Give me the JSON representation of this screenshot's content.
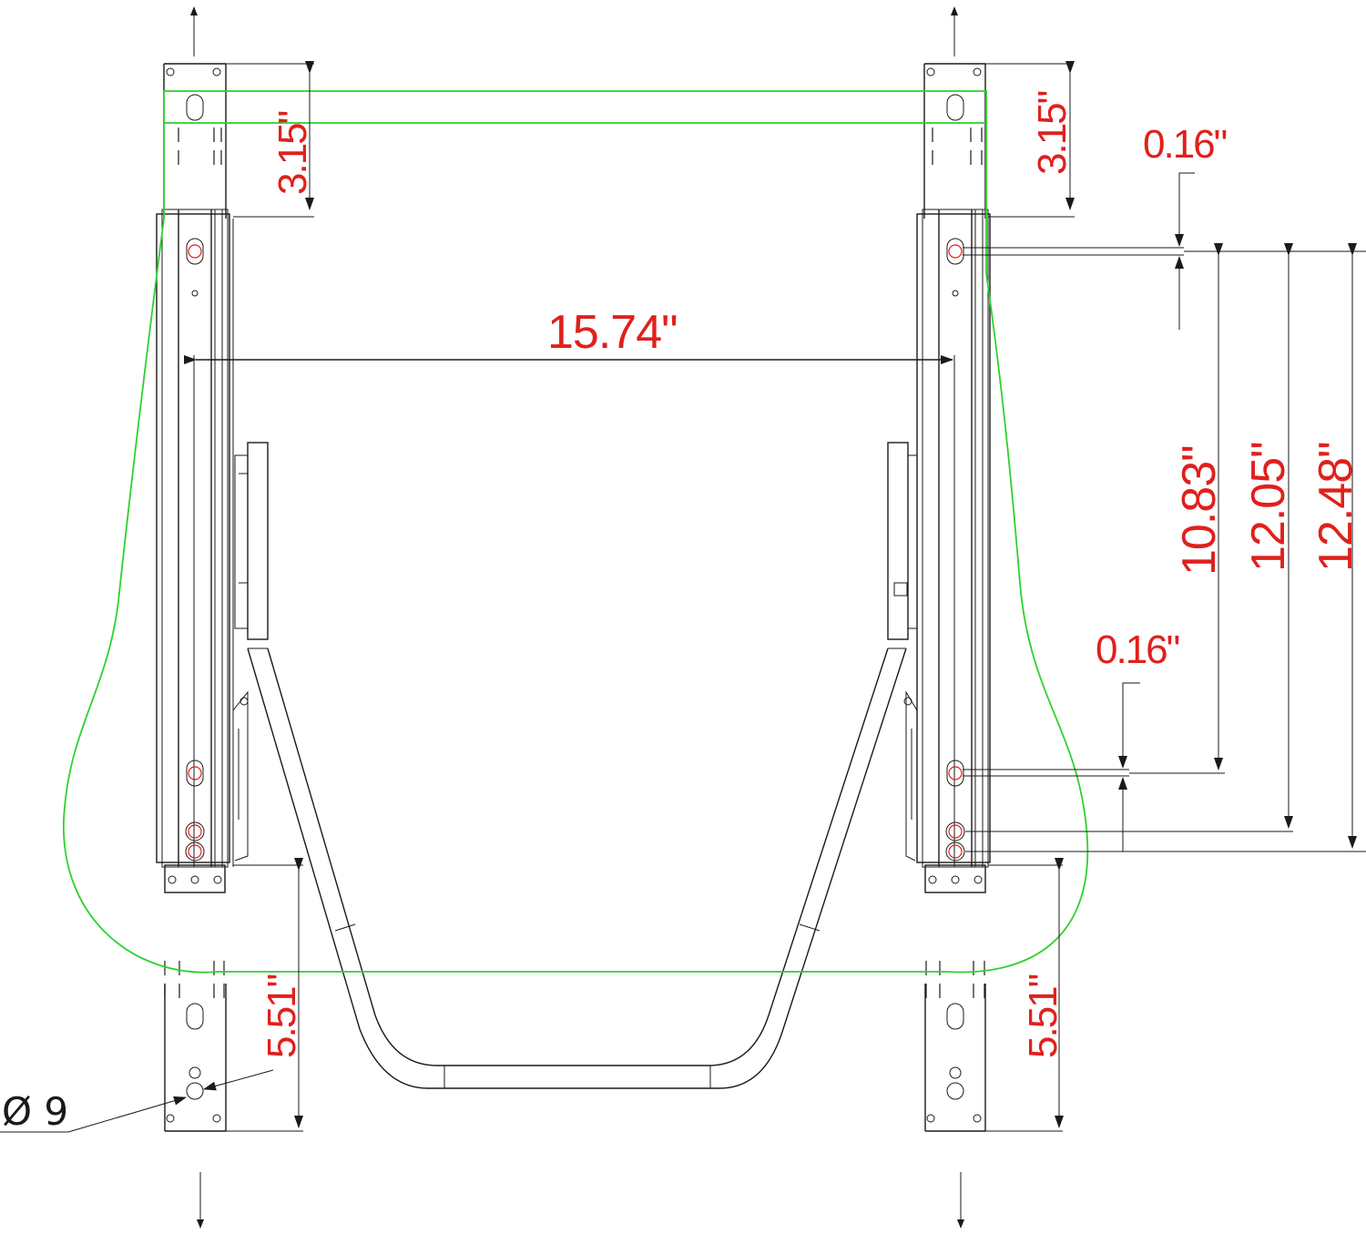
{
  "dimensions": {
    "top_slot_left": "3.15\"",
    "top_slot_right": "3.15\"",
    "rail_gap": "15.74\"",
    "offset_top": "0.16\"",
    "offset_bottom": "0.16\"",
    "hole_span_a": "10.83\"",
    "hole_span_b": "12.05\"",
    "hole_span_c": "12.48\"",
    "bottom_slot_left": "5.51\"",
    "bottom_slot_right": "5.51\"",
    "hole_diameter": "Ø 9"
  },
  "colors": {
    "outline": "#1a1a1a",
    "dimension_text": "#e0201c",
    "seat_outline": "#2fd12f"
  }
}
